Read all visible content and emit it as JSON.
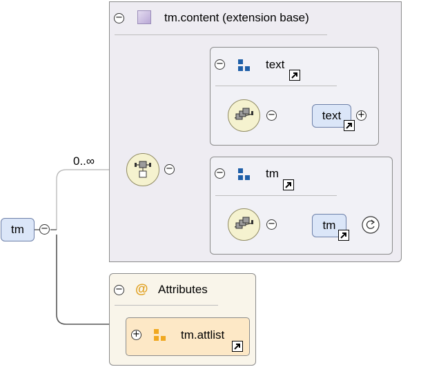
{
  "root": {
    "label": "tm"
  },
  "cardinality": "0..∞",
  "extension": {
    "title": "tm.content (extension base)"
  },
  "seq1": {
    "header": "text",
    "element": "text"
  },
  "seq2": {
    "header": "tm",
    "element": "tm"
  },
  "attributes": {
    "title": "Attributes",
    "at_symbol": "@",
    "attlist": "tm.attlist"
  },
  "glyphs": {
    "minus": "−",
    "plus": "+"
  },
  "colors": {
    "element_fill": "#dbe6f8",
    "compositor_fill": "#f5f2cf",
    "extension_bg": "#eeecf2",
    "attributes_bg": "#f9f5ea",
    "attlist_fill": "#fde8c6",
    "blue_squares": "#1f5fa8",
    "orange_squares": "#f0a820"
  }
}
